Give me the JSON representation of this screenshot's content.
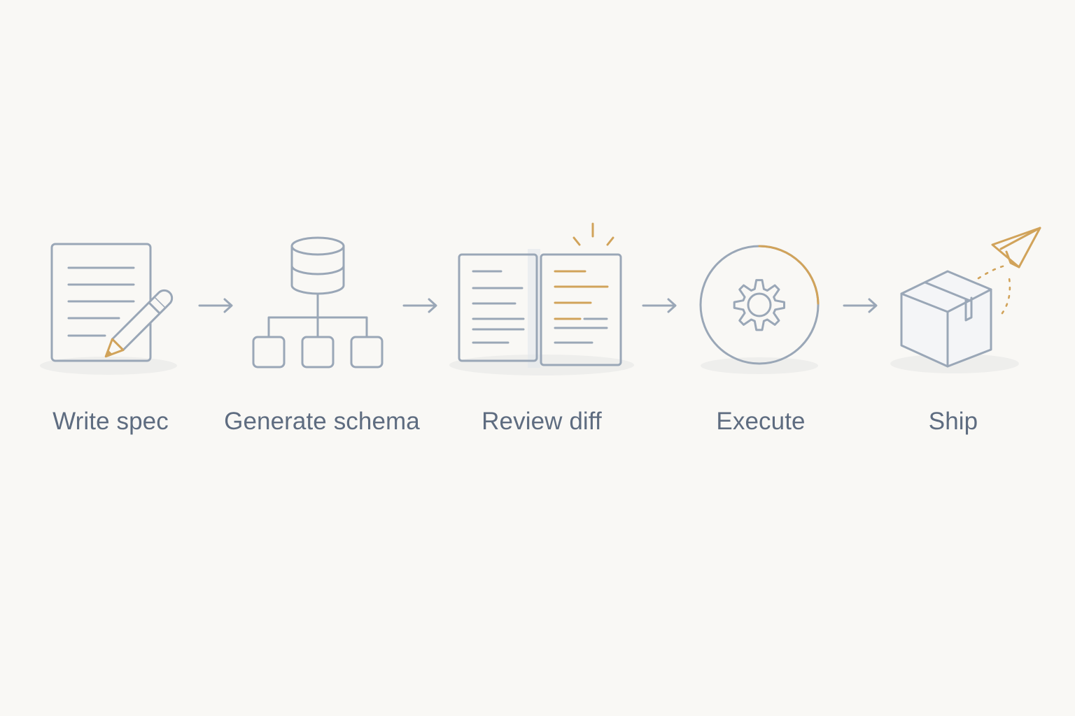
{
  "colors": {
    "background": "#f9f8f5",
    "outline": "#9aa7b7",
    "accent": "#d1a35a",
    "label": "#5e6c80"
  },
  "steps": [
    {
      "label": "Write spec",
      "icon": "document-pencil-icon"
    },
    {
      "label": "Generate schema",
      "icon": "database-tree-icon"
    },
    {
      "label": "Review diff",
      "icon": "side-by-side-diff-icon"
    },
    {
      "label": "Execute",
      "icon": "gear-progress-icon"
    },
    {
      "label": "Ship",
      "icon": "box-paper-plane-icon"
    }
  ],
  "connectors": [
    "arrow-right-icon",
    "arrow-right-icon",
    "arrow-right-icon",
    "arrow-right-icon"
  ]
}
